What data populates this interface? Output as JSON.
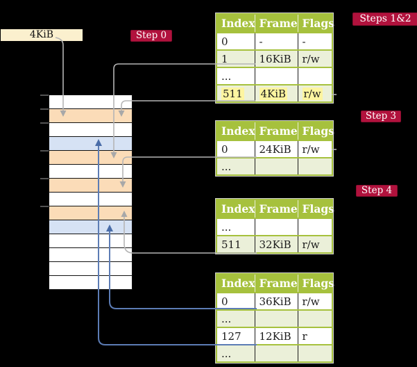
{
  "frame_box": {
    "label": "4KiB"
  },
  "badges": {
    "step0": "Step 0",
    "steps12": "Steps 1&2",
    "step3": "Step 3",
    "step4": "Step 4"
  },
  "table_headers": [
    "Index",
    "Frame",
    "Flags"
  ],
  "page_tables": [
    {
      "rows": [
        {
          "index": "0",
          "frame": "-",
          "flags": "-",
          "shaded": false,
          "highlight": false
        },
        {
          "index": "1",
          "frame": "16KiB",
          "flags": "r/w",
          "shaded": true,
          "highlight": false
        },
        {
          "index": "...",
          "frame": "",
          "flags": "",
          "shaded": false,
          "highlight": false
        },
        {
          "index": "511",
          "frame": "4KiB",
          "flags": "r/w",
          "shaded": true,
          "highlight": true
        }
      ]
    },
    {
      "rows": [
        {
          "index": "0",
          "frame": "24KiB",
          "flags": "r/w",
          "shaded": false,
          "highlight": false
        },
        {
          "index": "...",
          "frame": "",
          "flags": "",
          "shaded": true,
          "highlight": false
        }
      ]
    },
    {
      "rows": [
        {
          "index": "...",
          "frame": "",
          "flags": "",
          "shaded": false,
          "highlight": false
        },
        {
          "index": "511",
          "frame": "32KiB",
          "flags": "r/w",
          "shaded": true,
          "highlight": false
        }
      ]
    },
    {
      "rows": [
        {
          "index": "0",
          "frame": "36KiB",
          "flags": "r/w",
          "shaded": false,
          "highlight": false
        },
        {
          "index": "...",
          "frame": "",
          "flags": "",
          "shaded": true,
          "highlight": false
        },
        {
          "index": "127",
          "frame": "12KiB",
          "flags": "r",
          "shaded": false,
          "highlight": false
        },
        {
          "index": "...",
          "frame": "",
          "flags": "",
          "shaded": true,
          "highlight": false
        }
      ]
    }
  ],
  "memory": {
    "frames": [
      "white",
      "orange",
      "white",
      "blue",
      "orange",
      "white",
      "orange",
      "white",
      "orange",
      "blue",
      "white",
      "white",
      "white",
      "white"
    ]
  },
  "colors": {
    "badge_red": "#b1123d",
    "header_green": "#a6c13d",
    "row_green": "#ebf0d9",
    "highlight_yellow": "#fdf5a0",
    "frame_orange": "#fbdcb8",
    "frame_blue": "#d6e2f4",
    "arrow_gray": "#b5b5b5",
    "arrow_blue": "#5c7cb5",
    "box_cream": "#fbf0ce"
  }
}
